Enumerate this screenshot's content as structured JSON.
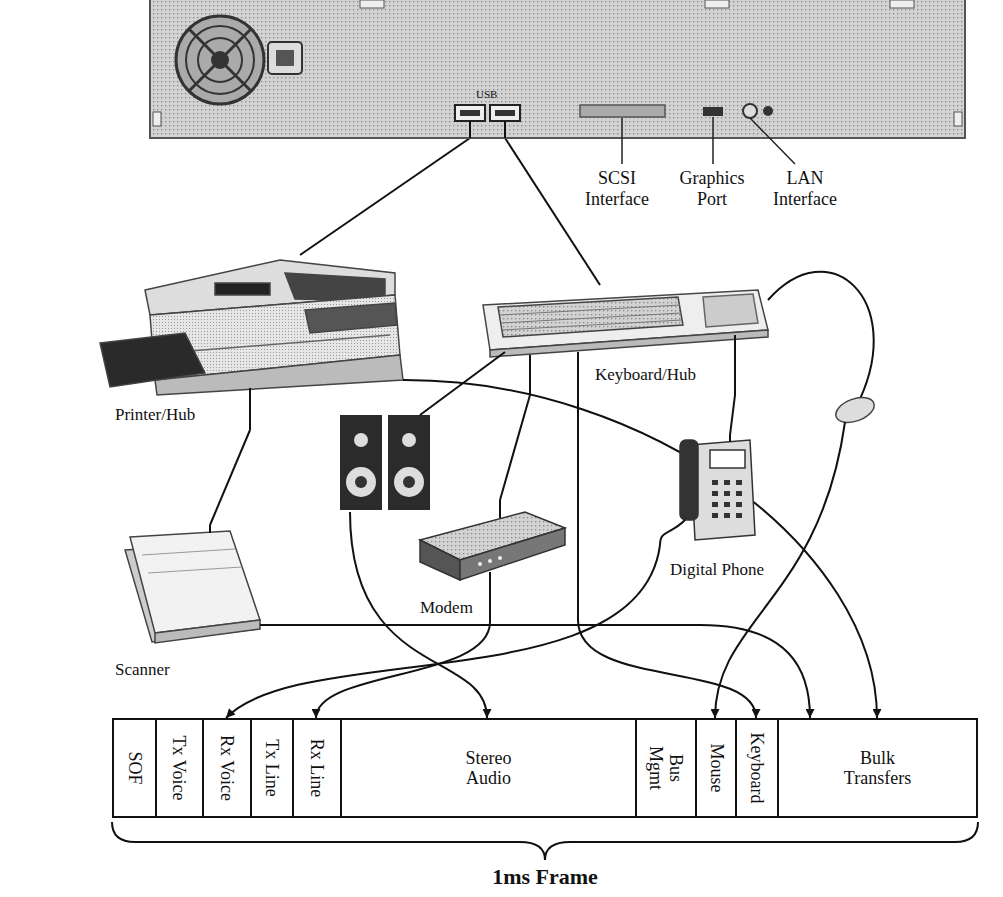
{
  "diagram": {
    "nodes": [
      {
        "text": [
          "USB"
        ]
      },
      {
        "text": [
          "Printer/Hub"
        ]
      },
      {
        "text": [
          "Keyboard/Hub"
        ]
      },
      {
        "text": [
          "Digital Phone"
        ]
      },
      {
        "text": [
          "Modem"
        ]
      },
      {
        "text": [
          "Scanner"
        ]
      },
      {
        "text": [
          "SOF"
        ]
      },
      {
        "text": [
          "Tx Voice"
        ]
      },
      {
        "text": [
          "Rx Voice"
        ]
      },
      {
        "text": [
          "Tx Line"
        ]
      },
      {
        "text": [
          "Rx Line"
        ]
      },
      {
        "text": [
          "Stereo Audio"
        ]
      },
      {
        "text": [
          "Bus Mgmt"
        ]
      },
      {
        "text": [
          "Mouse"
        ]
      },
      {
        "text": [
          "Keyboard"
        ]
      },
      {
        "text": [
          "Bulk Transfers"
        ]
      }
    ],
    "edges": [
      {
        "from": 0,
        "to": 1,
        "arrow": "none"
      },
      {
        "from": 0,
        "to": 2,
        "arrow": "none"
      },
      {
        "from": 1,
        "to": 5,
        "arrow": "none"
      },
      {
        "from": 2,
        "to": 4,
        "arrow": "none"
      },
      {
        "from": 2,
        "to": 3,
        "arrow": "none"
      },
      {
        "from": 3,
        "to": 8,
        "arrow": "to"
      },
      {
        "from": 4,
        "to": 10,
        "arrow": "to"
      },
      {
        "from": 2,
        "to": 14,
        "arrow": "to"
      },
      {
        "from": 1,
        "to": 15,
        "arrow": "to"
      },
      {
        "from": 5,
        "to": 15,
        "arrow": "to"
      }
    ],
    "labels": [
      "SCSI Interface",
      "Graphics Port",
      "LAN Interface",
      "1ms Frame"
    ]
  }
}
